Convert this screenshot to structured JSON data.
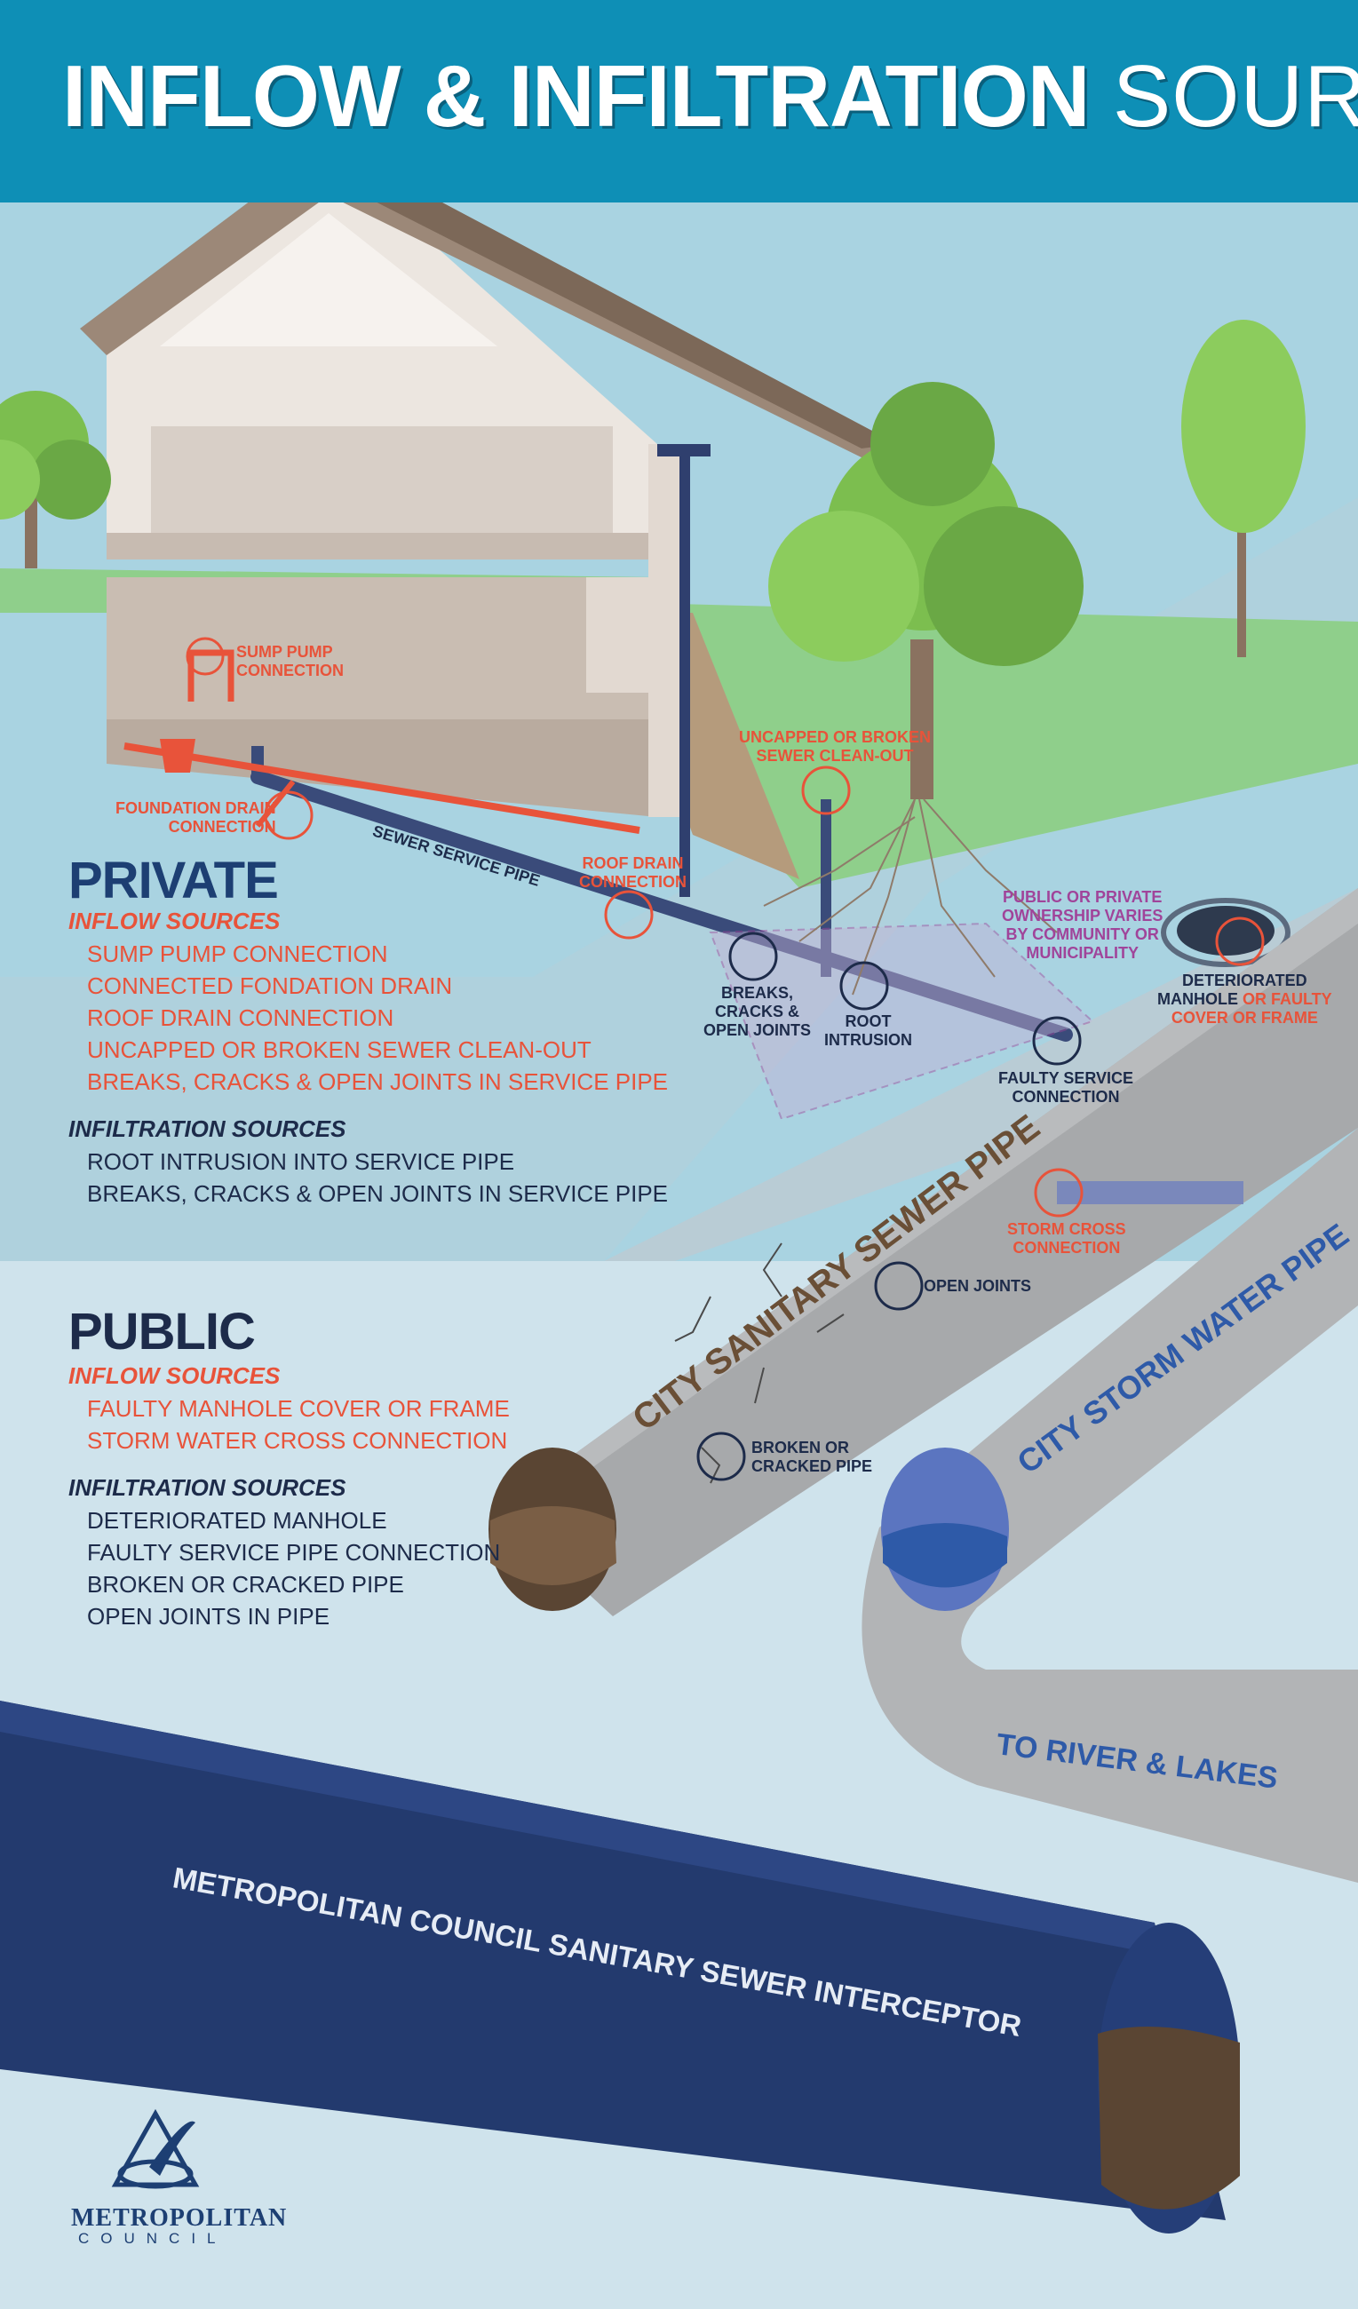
{
  "title": {
    "bold": "INFLOW & INFILTRATION",
    "light": "SOURCES"
  },
  "colors": {
    "header": "#0e8fb6",
    "private_bg": "#a9d3e1",
    "public_bg": "#cfe3ec",
    "orange": "#e8533a",
    "navy": "#1d3f73",
    "purple": "#a0449a",
    "storm_blue": "#2e5aa8"
  },
  "private": {
    "heading": "PRIVATE",
    "inflow_heading": "INFLOW SOURCES",
    "inflow_items": [
      "SUMP PUMP CONNECTION",
      "CONNECTED FONDATION DRAIN",
      "ROOF DRAIN CONNECTION",
      "UNCAPPED OR BROKEN SEWER CLEAN-OUT",
      "BREAKS, CRACKS & OPEN JOINTS IN SERVICE PIPE"
    ],
    "infiltration_heading": "INFILTRATION SOURCES",
    "infiltration_items": [
      "ROOT INTRUSION INTO SERVICE PIPE",
      "BREAKS, CRACKS & OPEN JOINTS IN SERVICE PIPE"
    ]
  },
  "public": {
    "heading": "PUBLIC",
    "inflow_heading": "INFLOW SOURCES",
    "inflow_items": [
      "FAULTY MANHOLE COVER OR FRAME",
      "STORM WATER CROSS CONNECTION"
    ],
    "infiltration_heading": "INFILTRATION SOURCES",
    "infiltration_items": [
      "DETERIORATED MANHOLE",
      "FAULTY SERVICE PIPE CONNECTION",
      "BROKEN OR CRACKED PIPE",
      "OPEN JOINTS IN PIPE"
    ]
  },
  "callouts": {
    "sump_pump": [
      "SUMP PUMP",
      "CONNECTION"
    ],
    "foundation_drain": [
      "FOUNDATION DRAIN",
      "CONNECTION"
    ],
    "sewer_service_pipe": "SEWER SERVICE PIPE",
    "roof_drain": [
      "ROOF DRAIN",
      "CONNECTION"
    ],
    "clean_out": [
      "UNCAPPED OR BROKEN",
      "SEWER CLEAN-OUT"
    ],
    "breaks": [
      "BREAKS,",
      "CRACKS &",
      "OPEN JOINTS"
    ],
    "root": [
      "ROOT",
      "INTRUSION"
    ],
    "ownership": [
      "PUBLIC OR PRIVATE",
      "OWNERSHIP VARIES",
      "BY COMMUNITY OR",
      "MUNICIPALITY"
    ],
    "manhole_a": [
      "DETERIORATED",
      "MANHOLE"
    ],
    "manhole_b": "OR FAULTY",
    "manhole_c": "COVER OR FRAME",
    "faulty_service": [
      "FAULTY SERVICE",
      "CONNECTION"
    ],
    "storm_cross": [
      "STORM CROSS",
      "CONNECTION"
    ],
    "open_joints": "OPEN JOINTS",
    "broken_pipe": [
      "BROKEN OR",
      "CRACKED PIPE"
    ]
  },
  "pipes": {
    "city_sanitary": "CITY SANITARY SEWER PIPE",
    "city_storm": "CITY STORM WATER PIPE",
    "to_river": "TO RIVER & LAKES",
    "interceptor": "METROPOLITAN COUNCIL SANITARY SEWER INTERCEPTOR"
  },
  "logo": {
    "name": "METROPOLITAN",
    "sub": "COUNCIL"
  }
}
